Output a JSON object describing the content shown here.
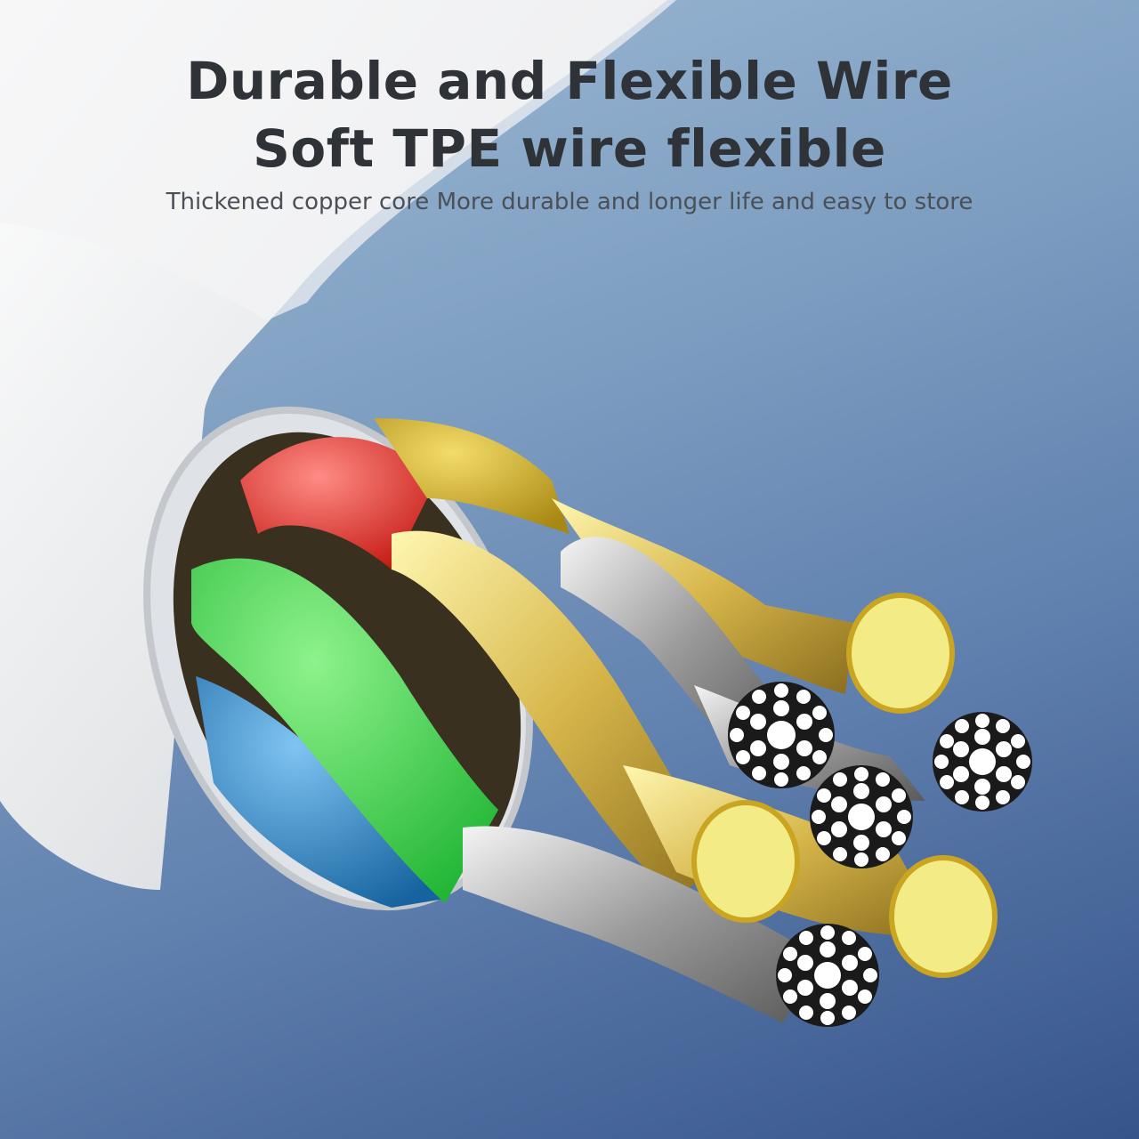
{
  "headline": {
    "line1": "Durable and Flexible Wire",
    "line2": "Soft TPE wire flexible"
  },
  "subtitle": "Thickened copper core More durable and longer life and easy to store",
  "illustration": {
    "subject": "cable-cross-section",
    "jacket_color": "#eef0f2",
    "insulation_colors": [
      "#e1241c",
      "#e2b81c",
      "#3fd64a",
      "#2a8fd6"
    ],
    "conductor_colors": {
      "gold": "#f3ec86",
      "silver": "#d8d8d8"
    }
  },
  "colors": {
    "background_top": "#9fbcd6",
    "background_bottom": "#36548a",
    "headline_text": "#2f3236",
    "subtitle_text": "#4b5056"
  }
}
